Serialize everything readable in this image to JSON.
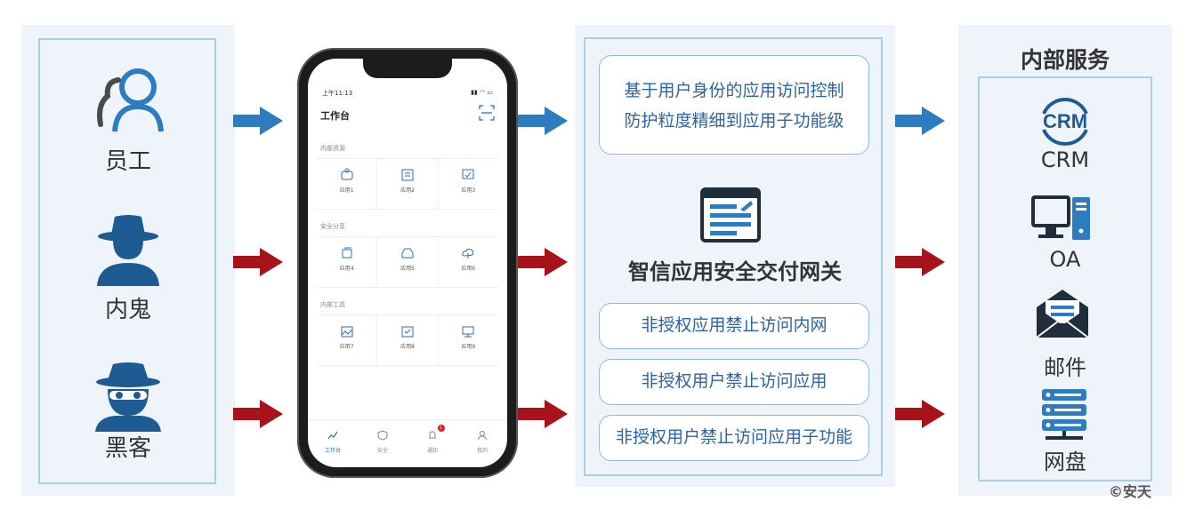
{
  "users": {
    "items": [
      {
        "label": "员工",
        "icon": "user-icon"
      },
      {
        "label": "内鬼",
        "icon": "spy-icon"
      },
      {
        "label": "黑客",
        "icon": "hacker-icon"
      }
    ]
  },
  "colors": {
    "blue_arrow": "#2e7cc0",
    "red_arrow": "#a8131b",
    "panel_bg": "#eef4f9",
    "panel_border": "#a9cdea",
    "pill_text": "#2b64a8",
    "icon_blue": "#1f5b93"
  },
  "phone": {
    "status_time": "上午11:13",
    "status_icons": "▮▮ ◠ ▭",
    "title": "工作台",
    "sections": [
      {
        "title": "内部资源",
        "apps": [
          "应用1",
          "应用2",
          "应用3"
        ]
      },
      {
        "title": "安全分享",
        "apps": [
          "应用4",
          "应用5",
          "应用6"
        ]
      },
      {
        "title": "内部工具",
        "apps": [
          "应用7",
          "应用8",
          "应用9"
        ]
      }
    ],
    "tabs": [
      {
        "label": "工作台"
      },
      {
        "label": "安全"
      },
      {
        "label": "通知",
        "badge": "1"
      },
      {
        "label": "我的"
      }
    ]
  },
  "gateway": {
    "top_lines": [
      "基于用户身份的应用访问控制",
      "防护粒度精细到应用子功能级"
    ],
    "title": "智信应用安全交付网关",
    "rules": [
      "非授权应用禁止访问内网",
      "非授权用户禁止访问应用",
      "非授权用户禁止访问应用子功能"
    ]
  },
  "services": {
    "heading": "内部服务",
    "items": [
      {
        "label": "CRM",
        "icon": "crm-icon",
        "icon_text": "CRM"
      },
      {
        "label": "OA",
        "icon": "computer-icon"
      },
      {
        "label": "邮件",
        "icon": "mail-icon"
      },
      {
        "label": "网盘",
        "icon": "server-icon"
      }
    ]
  },
  "watermark": "©安天"
}
